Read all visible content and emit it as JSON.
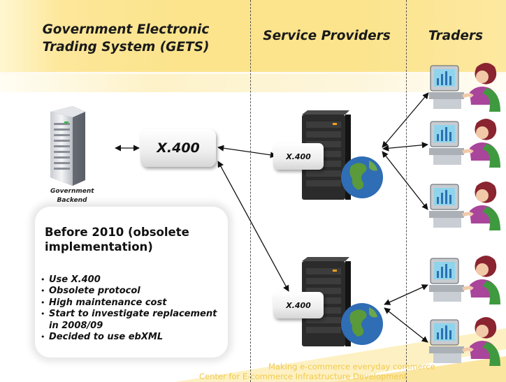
{
  "columns": {
    "gets": "Government Electronic Trading System (GETS)",
    "providers": "Service Providers",
    "traders": "Traders"
  },
  "backend": {
    "label": "Government Backend"
  },
  "x400": {
    "main": "X.400",
    "provider_top": "X.400",
    "provider_bottom": "X.400"
  },
  "info": {
    "title": "Before  2010 (obsolete implementation)",
    "bullets": [
      "Use X.400",
      "Obsolete protocol",
      "High maintenance cost",
      "Start to investigate replacement  in 2008/09",
      "Decided to use ebXML"
    ]
  },
  "footer": {
    "line1": "Making e-commerce everyday commerce",
    "line2": "Center for E-commerce Infrastructure Development"
  },
  "colors": {
    "band": "#fbe48c",
    "accent": "#f2c94c",
    "globe": "#2f6db5"
  }
}
